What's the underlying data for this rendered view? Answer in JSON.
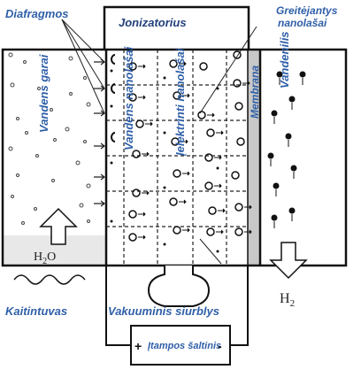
{
  "labels": {
    "diafragmos": "Diafragmos",
    "jonizatorius": "Jonizatorius",
    "greitejantys_line1": "Greitėjantys",
    "greitejantys_line2": "nanolašai",
    "vandens_garai": "Vandens garai",
    "vandens_nanolasai": "Vandens nanolašai",
    "elektrinti_nanolasai": "Įelektrinti nanolašai",
    "membrana": "Membrana",
    "vandenilis": "Vandenilis",
    "h2o_base": "H",
    "h2o_sub": "2",
    "h2o_tail": "O",
    "h2_base": "H",
    "h2_sub": "2",
    "kaitintuvas": "Kaitintuvas",
    "vakuuminis_siurblys": "Vakuuminis siurblys",
    "itampos_saltinis": "Įtampos šaltinis",
    "plus": "+",
    "minus": "-"
  },
  "colors": {
    "label_blue": "#2f5fa8",
    "outline": "#111111",
    "membrane_fill": "#c8c8c8",
    "bottom_fill": "#e6e6e6"
  }
}
